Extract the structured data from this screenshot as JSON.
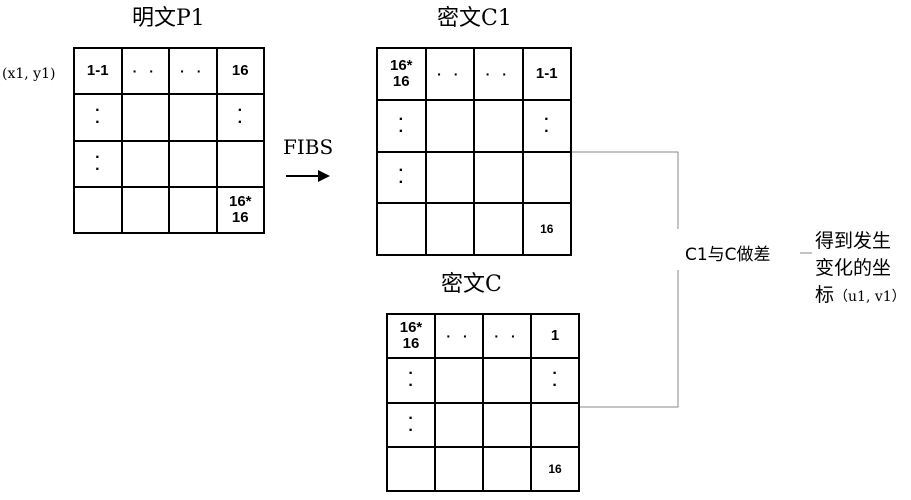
{
  "plaintext": {
    "title": "明文P1",
    "coord_label": "(x1, y1)",
    "cells": [
      [
        "1-1",
        "· ·",
        "· ·",
        "16"
      ],
      [
        "·\n·",
        "",
        "",
        "·\n·"
      ],
      [
        "·\n·",
        "",
        "",
        ""
      ],
      [
        "",
        "",
        "",
        "16*\n16"
      ]
    ]
  },
  "cipher1": {
    "title": "密文C1",
    "cells": [
      [
        "16*\n16",
        "· ·",
        "· ·",
        "1-1"
      ],
      [
        "·\n·",
        "",
        "",
        "·\n·"
      ],
      [
        "·\n·",
        "",
        "",
        ""
      ],
      [
        "",
        "",
        "",
        "16"
      ]
    ]
  },
  "cipher": {
    "title": "密文C",
    "cells": [
      [
        "16*\n16",
        "· ·",
        "· ·",
        "1"
      ],
      [
        "·\n·",
        "",
        "",
        "·\n·"
      ],
      [
        "·\n·",
        "",
        "",
        ""
      ],
      [
        "",
        "",
        "",
        "16"
      ]
    ]
  },
  "arrow": {
    "label": "FIBS"
  },
  "diff": {
    "label": "C1与C做差"
  },
  "result": {
    "line1": "得到发生",
    "line2": "变化的坐",
    "line3": "标",
    "coord": "（u1, v1）"
  }
}
